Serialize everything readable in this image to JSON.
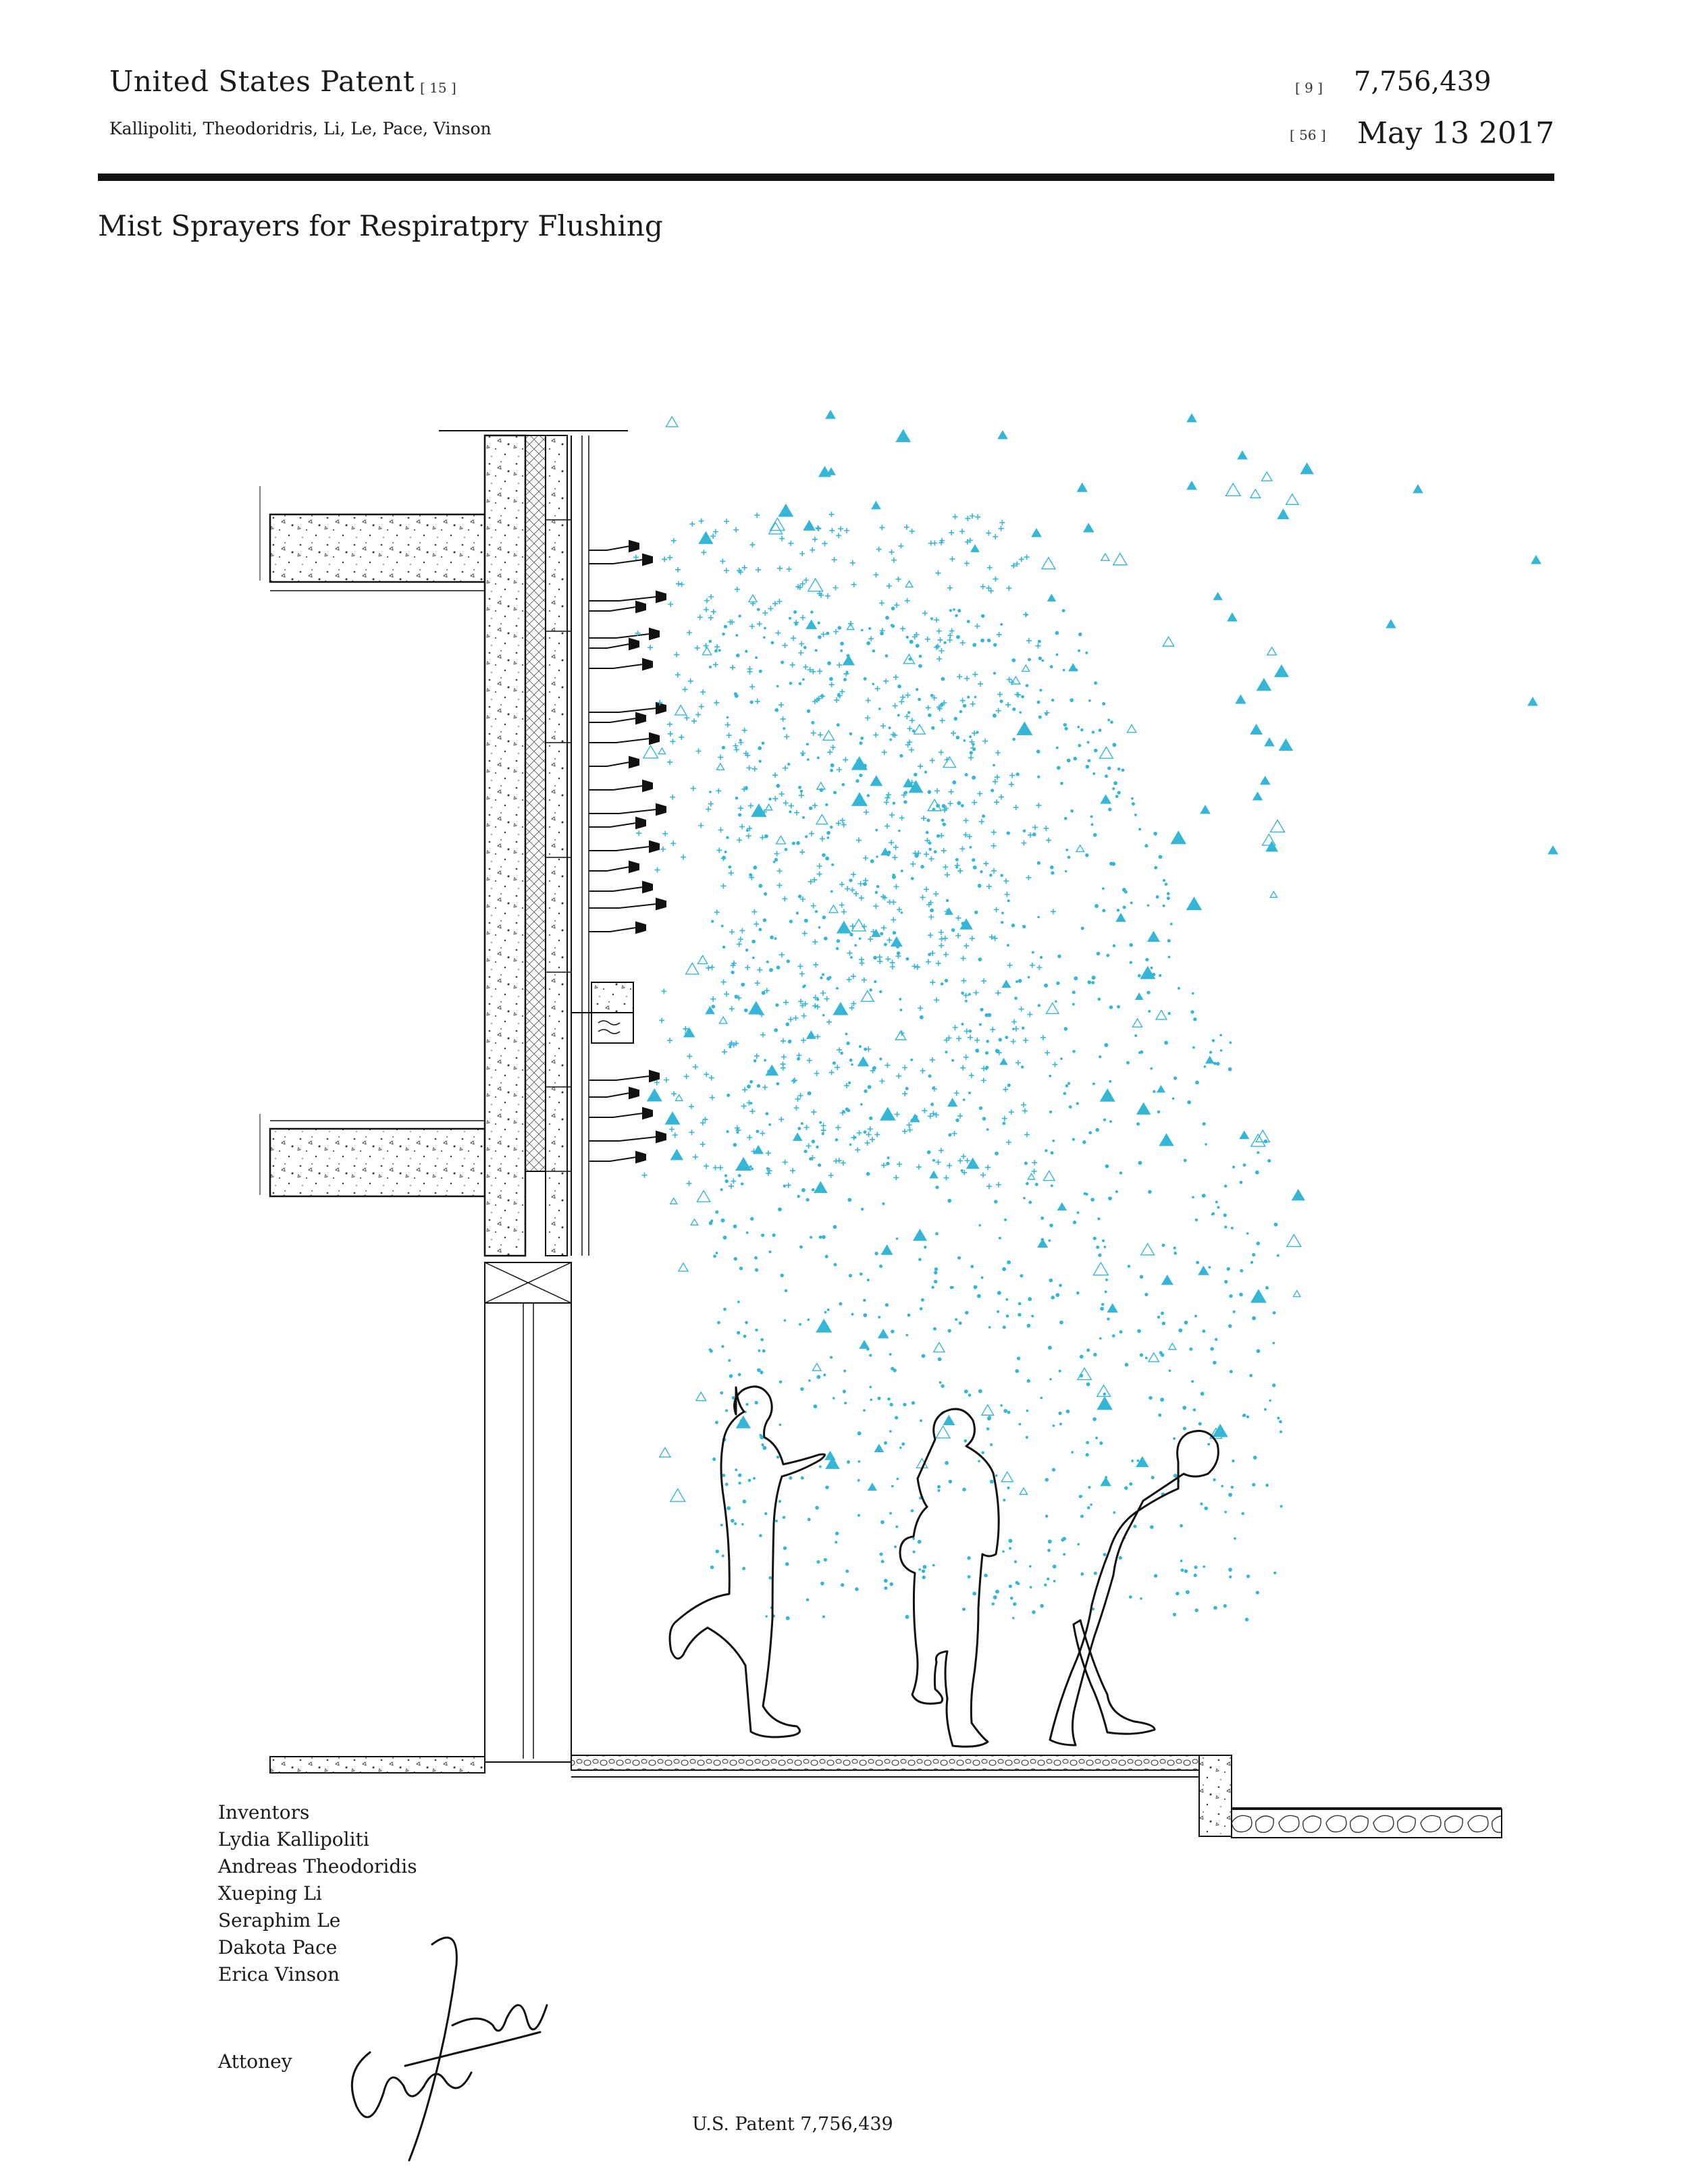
{
  "header": {
    "office": "United States Patent",
    "office_code": "[ 15 ]",
    "authors": "Kallipoliti, Theodoridris, Li, Le, Pace, Vinson",
    "number_code": "[ 9 ]",
    "patent_number": "7,756,439",
    "date_code": "[ 56 ]",
    "date": "May 13 2017"
  },
  "title": "Mist Sprayers for Respiratpry Flushing",
  "inventors": {
    "heading": "Inventors",
    "names": [
      "Lydia Kallipoliti",
      "Andreas Theodoridis",
      "Xueping Li",
      "Seraphim Le",
      "Dakota Pace",
      "Erica Vinson"
    ]
  },
  "attorney_label": "Attoney",
  "footer": "U.S. Patent 7,756,439",
  "colors": {
    "ink": "#1a1a1a",
    "mist": "#36b6d6"
  },
  "figure": {
    "elements": [
      "wall-section",
      "floor-slab-upper",
      "floor-slab-lower",
      "spray-nozzles",
      "water-tank",
      "mist-cloud",
      "person-walking",
      "person-standing",
      "person-bending",
      "ground-slab",
      "planter",
      "signature"
    ]
  }
}
